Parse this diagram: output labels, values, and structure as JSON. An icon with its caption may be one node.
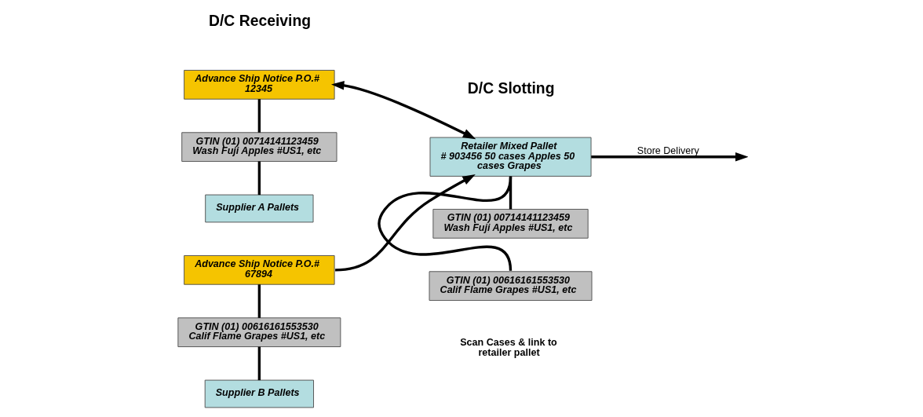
{
  "diagram": {
    "nodes": [
      {
        "text": [
          "Advance Ship Notice P.O.# 12345"
        ]
      },
      {
        "text": [
          "GTIN (01) 00714141123459 Wash Fuji Apples #US1, etc"
        ]
      },
      {
        "text": [
          "Supplier A Pallets"
        ]
      },
      {
        "text": [
          "Advance Ship Notice P.O.# 67894"
        ]
      },
      {
        "text": [
          "GTIN (01) 00616161553530 Calif Flame Grapes #US1, etc"
        ]
      },
      {
        "text": [
          "Supplier B Pallets"
        ]
      },
      {
        "text": [
          "Retailer Mixed Pallet",
          "# 903456 50 cases Apples 50 cases Grapes"
        ]
      },
      {
        "text": [
          "GTIN (01) 00714141123459 Wash Fuji Apples #US1, etc"
        ]
      },
      {
        "text": [
          "GTIN (01) 00616161553530 Calif Flame Grapes #US1, etc"
        ]
      }
    ],
    "edges": [
      {
        "from": 0,
        "to": 1,
        "arrow": "none"
      },
      {
        "from": 1,
        "to": 2,
        "arrow": "none"
      },
      {
        "from": 3,
        "to": 4,
        "arrow": "none"
      },
      {
        "from": 4,
        "to": 5,
        "arrow": "none"
      },
      {
        "from": 0,
        "to": 6,
        "arrow": "both"
      },
      {
        "from": 3,
        "to": 6,
        "arrow": "to"
      },
      {
        "from": 6,
        "to": 7,
        "arrow": "none"
      },
      {
        "from": 6,
        "to": 8,
        "arrow": "none"
      },
      {
        "from": 6,
        "to": null,
        "arrow": "to",
        "label": "Store Delivery"
      }
    ],
    "labels": [
      "D/C Receiving",
      "D/C Slotting",
      "Scan Cases & link to retailer pallet"
    ]
  }
}
